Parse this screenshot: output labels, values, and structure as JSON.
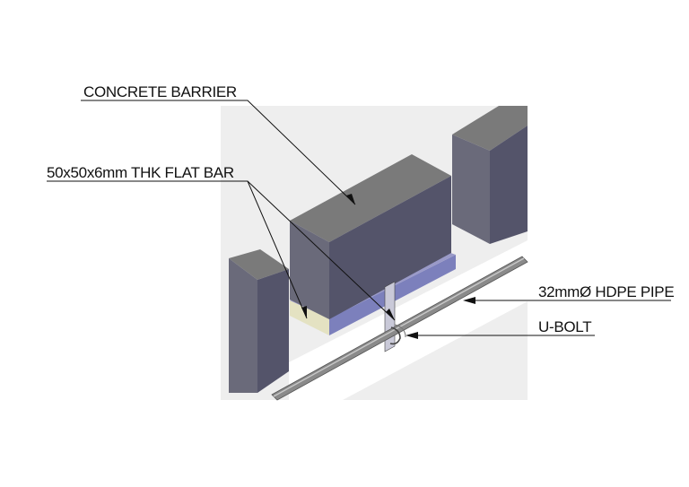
{
  "labels": {
    "concrete_barrier": "CONCRETE BARRIER",
    "flat_bar": "50x50x6mm THK FLAT BAR",
    "hdpe_pipe": "32mmØ HDPE PIPE",
    "u_bolt": "U-BOLT"
  },
  "colors": {
    "block_top": "#7a7a7a",
    "block_side": "#54546a",
    "block_front": "#6a6a7a",
    "gray_panel": "#eeeeee",
    "flat_bar_blue": "#7c80bc",
    "flat_bar_yellow": "#e4e2c2",
    "pipe": "#8a8a8a",
    "pipe_light": "#c8c8c8"
  }
}
